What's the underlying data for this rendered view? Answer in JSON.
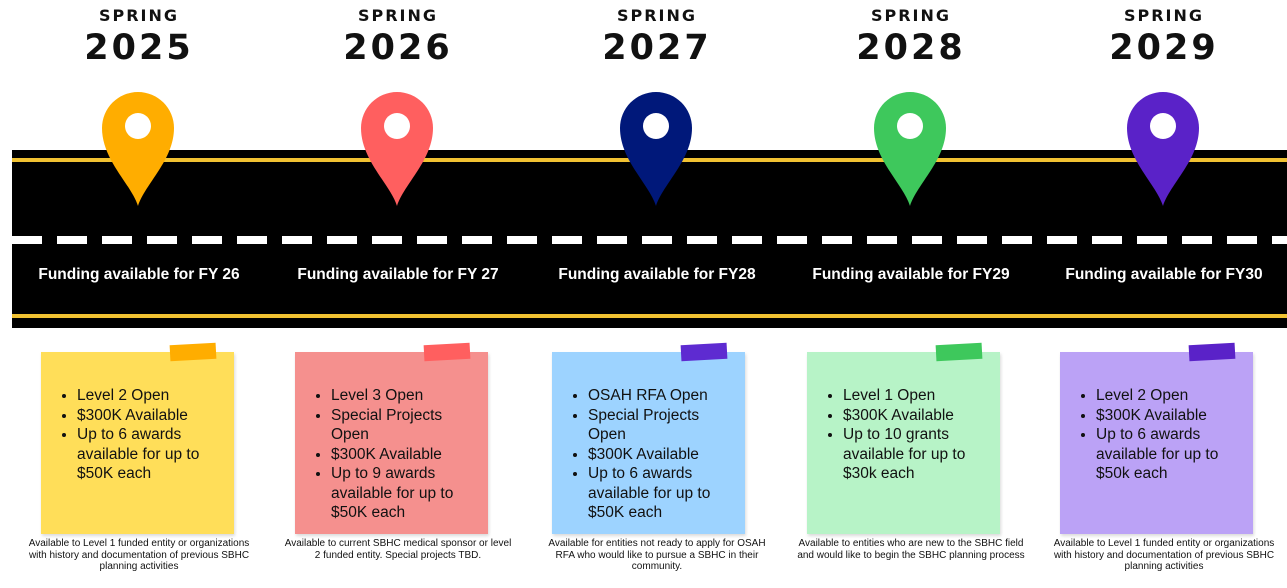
{
  "milestones": [
    {
      "season": "SPRING",
      "year": "2025",
      "pin_color": "#FFAD00",
      "funding": "Funding available for FY 26",
      "note_color": "#FFDE59",
      "tape_color": "#FFAD00",
      "bullets": [
        "Level 2 Open",
        "$300K Available",
        "Up to 6 awards available for up to $50K each"
      ],
      "caption": "Available to Level 1 funded entity or organizations with history and documentation of previous SBHC planning activities"
    },
    {
      "season": "SPRING",
      "year": "2026",
      "pin_color": "#FF5F5F",
      "funding": "Funding available for FY 27",
      "note_color": "#F5908E",
      "tape_color": "#FF5F5F",
      "bullets": [
        "Level 3 Open",
        "Special Projects Open",
        "$300K Available",
        "Up to 9 awards available for up to $50K each"
      ],
      "caption": "Available to current SBHC medical sponsor or level 2 funded entity. Special projects TBD."
    },
    {
      "season": "SPRING",
      "year": "2027",
      "pin_color": "#00187A",
      "funding": "Funding available for FY28",
      "note_color": "#9DD3FF",
      "tape_color": "#5E2BD1",
      "bullets": [
        "OSAH RFA Open",
        "Special Projects Open",
        "$300K Available",
        "Up to 6 awards available for up to $50K each"
      ],
      "caption": "Available for entities not ready to apply for OSAH RFA who would like to pursue a SBHC in their community."
    },
    {
      "season": "SPRING",
      "year": "2028",
      "pin_color": "#3EC85C",
      "funding": "Funding available for FY29",
      "note_color": "#B7F3C7",
      "tape_color": "#3EC85C",
      "bullets": [
        "Level 1 Open",
        "$300K Available",
        "Up to 10 grants available for up to $30k each"
      ],
      "caption": "Available to entities who are new to the SBHC field and would like to begin the SBHC planning process"
    },
    {
      "season": "SPRING",
      "year": "2029",
      "pin_color": "#5A22C8",
      "funding": "Funding available for FY30",
      "note_color": "#BBA2F6",
      "tape_color": "#5A22C8",
      "bullets": [
        "Level 2 Open",
        "$300K Available",
        "Up to 6 awards available for up to $50k each"
      ],
      "caption": "Available to Level 1 funded entity or organizations with history and documentation of previous SBHC planning activities"
    }
  ]
}
